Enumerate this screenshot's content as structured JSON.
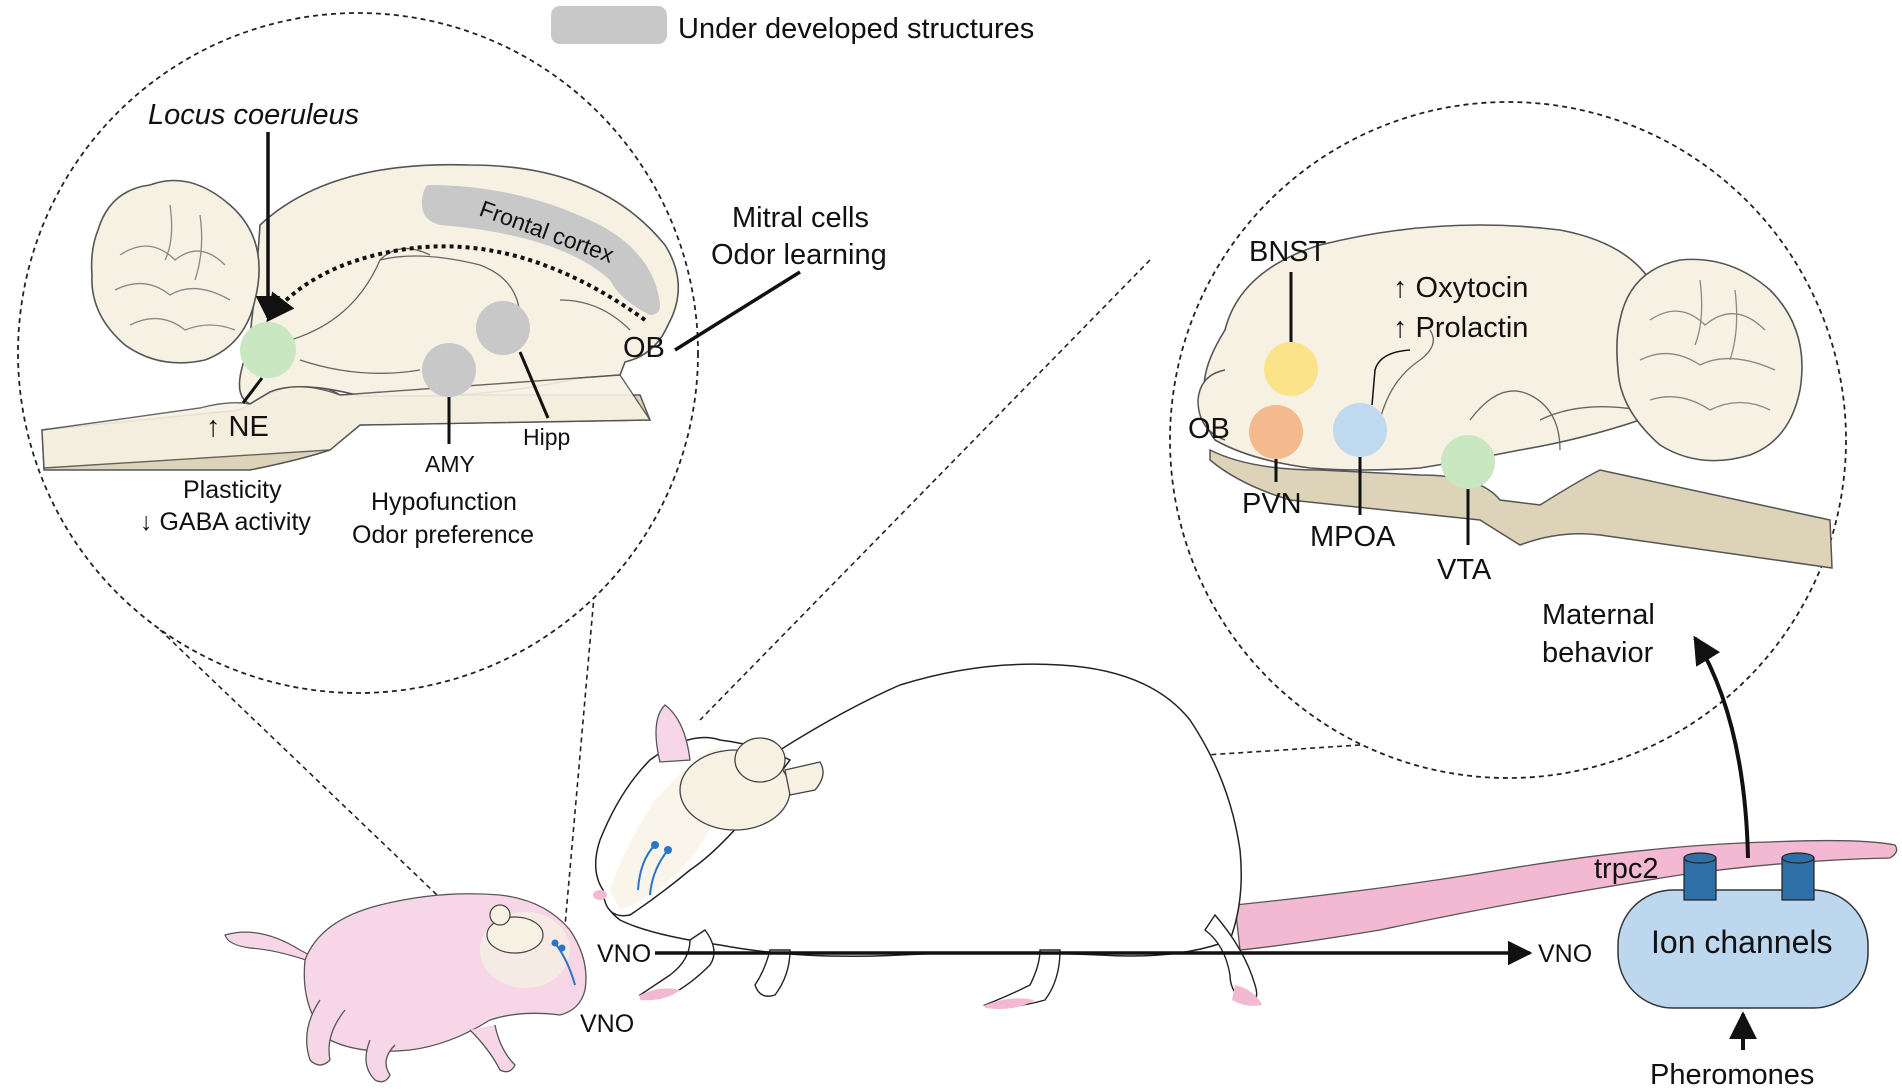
{
  "legend": {
    "text": "Under developed structures",
    "swatch_color": "#c8c8c8"
  },
  "pup_brain": {
    "locus_coeruleus": "Locus coeruleus",
    "frontal_cortex": "Frontal cortex",
    "ob": "OB",
    "mitral_line1": "Mitral cells",
    "mitral_line2": "Odor learning",
    "ne": "↑ NE",
    "amy": "AMY",
    "hipp": "Hipp",
    "plasticity_line1": "Plasticity",
    "plasticity_line2": "↓ GABA activity",
    "hypofunction_line1": "Hypofunction",
    "hypofunction_line2": "Odor preference"
  },
  "adult_brain": {
    "bnst": "BNST",
    "oxytocin": "↑ Oxytocin",
    "prolactin": "↑ Prolactin",
    "ob": "OB",
    "pvn": "PVN",
    "mpoa": "MPOA",
    "vta": "VTA"
  },
  "behavior": {
    "line1": "Maternal",
    "line2": "behavior"
  },
  "vno": {
    "pup": "VNO",
    "adult": "VNO",
    "target": "VNO"
  },
  "channels": {
    "trpc2": "trpc2",
    "ion_channels": "Ion channels",
    "pheromones": "Pheromones"
  },
  "colors": {
    "brain_fill": "#f6f1e3",
    "brain_stroke": "#555555",
    "brainstem": "#dcd3b8",
    "locus_green": "#c9e7c1",
    "gray_region": "#c8c8c8",
    "bnst_yellow": "#fbe38a",
    "pvn_orange": "#f5b98e",
    "mpoa_blue": "#bfd9ef",
    "vta_green": "#c9e7c1",
    "skin_pink": "#f7d7e7",
    "tail_pink": "#f4b9d2",
    "ion_body": "#bcd7ee",
    "channel_blue": "#2e6fa8",
    "vno_blue": "#2d74c4"
  }
}
